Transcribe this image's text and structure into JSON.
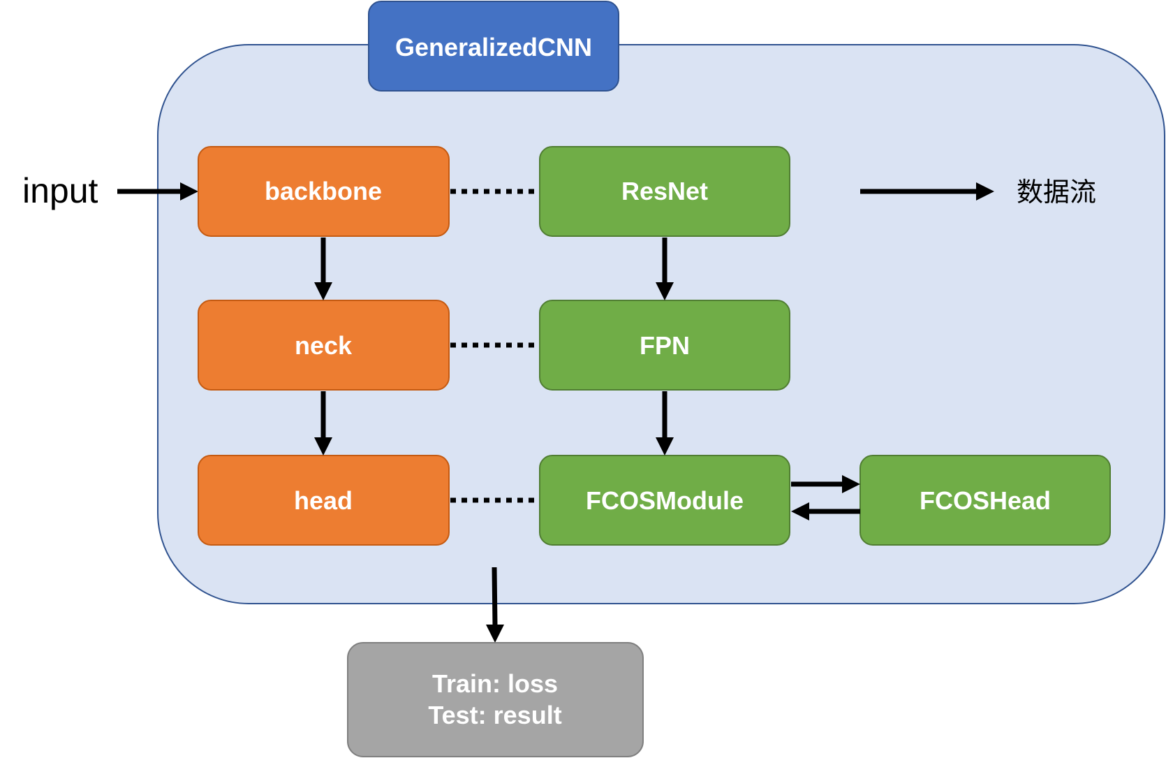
{
  "colors": {
    "container_fill": "#dae3f3",
    "container_stroke": "#2f528f",
    "title_fill": "#4472c4",
    "orange_fill": "#ed7d31",
    "orange_stroke": "#c55a11",
    "green_fill": "#70ad47",
    "green_stroke": "#507e32",
    "gray_fill": "#a5a5a5",
    "gray_stroke": "#7f7f7f"
  },
  "container": {
    "title": "GeneralizedCNN"
  },
  "input_label": "input",
  "legend": {
    "label": "数据流"
  },
  "generic_modules": {
    "backbone": "backbone",
    "neck": "neck",
    "head": "head"
  },
  "implementations": {
    "resnet": "ResNet",
    "fpn": "FPN",
    "fcos_module": "FCOSModule",
    "fcos_head": "FCOSHead"
  },
  "output": {
    "train": "Train: loss",
    "test": "Test: result"
  }
}
